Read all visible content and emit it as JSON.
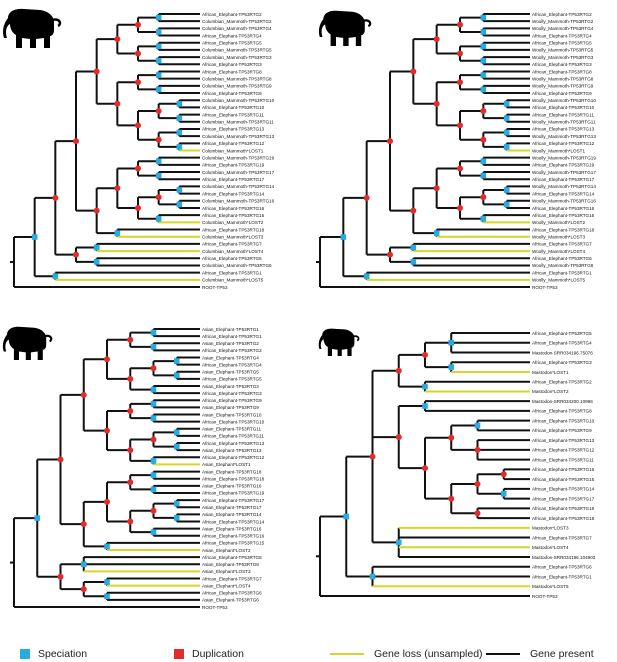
{
  "colors": {
    "speciation": "#29abe2",
    "duplication": "#e32b2b",
    "loss": "#d6d629",
    "present": "#111111"
  },
  "legend": {
    "speciation": "Speciation",
    "duplication": "Duplication",
    "loss": "Gene loss (unsampled)",
    "present": "Gene present"
  },
  "panels": [
    {
      "icon": "mammoth-silhouette-icon",
      "leaves": [
        {
          "t": "African_Elephant-TP53RTG2",
          "l": 0
        },
        {
          "t": "Columbian_Mammoth-TP53RTG2",
          "l": 0
        },
        {
          "t": "Columbian_Mammoth-TP53RTG4",
          "l": 0
        },
        {
          "t": "African_Elephant-TP53RTG4",
          "l": 0
        },
        {
          "t": "African_Elephant-TP53RTG5",
          "l": 0
        },
        {
          "t": "Columbian_Mammoth-TP53RTG5",
          "l": 0
        },
        {
          "t": "Columbian_Mammoth-TP53RTG3",
          "l": 0
        },
        {
          "t": "African_Elephant-TP53RTG3",
          "l": 0
        },
        {
          "t": "African_Elephant-TP53RTG8",
          "l": 0
        },
        {
          "t": "Columbian_Mammoth-TP53RTG8",
          "l": 0
        },
        {
          "t": "Columbian_Mammoth-TP53RTG9",
          "l": 0
        },
        {
          "t": "African_Elephant-TP53RTG9",
          "l": 0
        },
        {
          "t": "Columbian_Mammoth-TP53RTG10",
          "l": 0
        },
        {
          "t": "African_Elephant-TP53RTG10",
          "l": 0
        },
        {
          "t": "African_Elephant-TP53RTG11",
          "l": 0
        },
        {
          "t": "Columbian_Mammoth-TP53RTG11",
          "l": 0
        },
        {
          "t": "African_Elephant-TP53RTG13",
          "l": 0
        },
        {
          "t": "Columbian_Mammoth-TP53RTG13",
          "l": 0
        },
        {
          "t": "African_Elephant-TP53RTG12",
          "l": 0
        },
        {
          "t": "Columbian_Mammoth*LOST1",
          "l": 1
        },
        {
          "t": "Columbian_Mammoth-TP53RTG19",
          "l": 0
        },
        {
          "t": "African_Elephant-TP53RTG19",
          "l": 0
        },
        {
          "t": "Columbian_Mammoth-TP53RTG17",
          "l": 0
        },
        {
          "t": "African_Elephant-TP53RTG17",
          "l": 0
        },
        {
          "t": "Columbian_Mammoth-TP53RTG14",
          "l": 0
        },
        {
          "t": "African_Elephant-TP53RTG14",
          "l": 0
        },
        {
          "t": "Columbian_Mammoth-TP53RTG16",
          "l": 0
        },
        {
          "t": "African_Elephant-TP53RTG16",
          "l": 0
        },
        {
          "t": "African_Elephant-TP53RTG15",
          "l": 0
        },
        {
          "t": "Columbian_Mammoth*LOST2",
          "l": 1
        },
        {
          "t": "African_Elephant-TP53RTG18",
          "l": 0
        },
        {
          "t": "Columbian_Mammoth*LOST3",
          "l": 1
        },
        {
          "t": "African_Elephant-TP53RTG7",
          "l": 0
        },
        {
          "t": "Columbian_Mammoth*LOST4",
          "l": 1
        },
        {
          "t": "African_Elephant-TP53RTG6",
          "l": 0
        },
        {
          "t": "Columbian_Mammoth-TP53RTG6",
          "l": 0
        },
        {
          "t": "African_Elephant-TP53RTG1",
          "l": 0
        },
        {
          "t": "Columbian_Mammoth*LOST5",
          "l": 1
        },
        {
          "t": "ROOT-TP53",
          "l": 0
        }
      ]
    },
    {
      "icon": "woolly-mammoth-silhouette-icon",
      "leaves": [
        {
          "t": "African_Elephant-TP53RTG2",
          "l": 0
        },
        {
          "t": "Woolly_Mammoth-TP53RTG2",
          "l": 0
        },
        {
          "t": "Woolly_Mammoth-TP53RTG4",
          "l": 0
        },
        {
          "t": "African_Elephant-TP53RTG4",
          "l": 0
        },
        {
          "t": "African_Elephant-TP53RTG5",
          "l": 0
        },
        {
          "t": "Woolly_Mammoth-TP53RTG5",
          "l": 0
        },
        {
          "t": "Woolly_Mammoth-TP53RTG3",
          "l": 0
        },
        {
          "t": "African_Elephant-TP53RTG3",
          "l": 0
        },
        {
          "t": "African_Elephant-TP53RTG8",
          "l": 0
        },
        {
          "t": "Woolly_Mammoth-TP53RTG8",
          "l": 0
        },
        {
          "t": "Woolly_Mammoth-TP53RTG9",
          "l": 0
        },
        {
          "t": "African_Elephant-TP53RTG9",
          "l": 0
        },
        {
          "t": "Woolly_Mammoth-TP53RTG10",
          "l": 0
        },
        {
          "t": "African_Elephant-TP53RTG10",
          "l": 0
        },
        {
          "t": "African_Elephant-TP53RTG11",
          "l": 0
        },
        {
          "t": "Woolly_Mammoth-TP53RTG11",
          "l": 0
        },
        {
          "t": "African_Elephant-TP53RTG13",
          "l": 0
        },
        {
          "t": "Woolly_Mammoth-TP53RTG13",
          "l": 0
        },
        {
          "t": "African_Elephant-TP53RTG12",
          "l": 0
        },
        {
          "t": "Woolly_Mammoth*LOST1",
          "l": 1
        },
        {
          "t": "Woolly_Mammoth-TP53RTG19",
          "l": 0
        },
        {
          "t": "African_Elephant-TP53RTG19",
          "l": 0
        },
        {
          "t": "Woolly_Mammoth-TP53RTG17",
          "l": 0
        },
        {
          "t": "African_Elephant-TP53RTG17",
          "l": 0
        },
        {
          "t": "Woolly_Mammoth-TP53RTG14",
          "l": 0
        },
        {
          "t": "African_Elephant-TP53RTG14",
          "l": 0
        },
        {
          "t": "Woolly_Mammoth-TP53RTG16",
          "l": 0
        },
        {
          "t": "African_Elephant-TP53RTG16",
          "l": 0
        },
        {
          "t": "African_Elephant-TP53RTG15",
          "l": 0
        },
        {
          "t": "Woolly_Mammoth*LOST2",
          "l": 1
        },
        {
          "t": "African_Elephant-TP53RTG18",
          "l": 0
        },
        {
          "t": "Woolly_Mammoth*LOST3",
          "l": 1
        },
        {
          "t": "African_Elephant-TP53RTG7",
          "l": 0
        },
        {
          "t": "Woolly_Mammoth*LOST4",
          "l": 1
        },
        {
          "t": "African_Elephant-TP53RTG6",
          "l": 0
        },
        {
          "t": "Woolly_Mammoth-TP53RTG6",
          "l": 0
        },
        {
          "t": "African_Elephant-TP53RTG1",
          "l": 0
        },
        {
          "t": "Woolly_Mammoth*LOST5",
          "l": 1
        },
        {
          "t": "ROOT-TP53",
          "l": 0
        }
      ]
    },
    {
      "icon": "asian-elephant-silhouette-icon",
      "leaves": [
        {
          "t": "Asian_Elephant-TP53RTG1",
          "l": 0
        },
        {
          "t": "African_Elephant-TP53RTG1",
          "l": 0
        },
        {
          "t": "Asian_Elephant-TP53RTG2",
          "l": 0
        },
        {
          "t": "African_Elephant-TP53RTG2",
          "l": 0
        },
        {
          "t": "Asian_Elephant-TP53RTG4",
          "l": 0
        },
        {
          "t": "African_Elephant-TP53RTG4",
          "l": 0
        },
        {
          "t": "Asian_Elephant-TP53RTG5",
          "l": 0
        },
        {
          "t": "African_Elephant-TP53RTG5",
          "l": 0
        },
        {
          "t": "Asian_Elephant-TP53RTG3",
          "l": 0
        },
        {
          "t": "African_Elephant-TP53RTG3",
          "l": 0
        },
        {
          "t": "African_Elephant-TP53RTG9",
          "l": 0
        },
        {
          "t": "Asian_Elephant-TP53RTG9",
          "l": 0
        },
        {
          "t": "Asian_Elephant-TP53RTG10",
          "l": 0
        },
        {
          "t": "African_Elephant-TP53RTG10",
          "l": 0
        },
        {
          "t": "Asian_Elephant-TP53RTG11",
          "l": 0
        },
        {
          "t": "African_Elephant-TP53RTG11",
          "l": 0
        },
        {
          "t": "African_Elephant-TP53RTG13",
          "l": 0
        },
        {
          "t": "Asian_Elephant-TP53RTG13",
          "l": 0
        },
        {
          "t": "African_Elephant-TP53RTG12",
          "l": 0
        },
        {
          "t": "Asian_Elephant*LOST1",
          "l": 1
        },
        {
          "t": "Asian_Elephant-TP53RTG18",
          "l": 0
        },
        {
          "t": "African_Elephant-TP53RTG18",
          "l": 0
        },
        {
          "t": "Asian_Elephant-TP53RTG16",
          "l": 0
        },
        {
          "t": "African_Elephant-TP53RTG19",
          "l": 0
        },
        {
          "t": "African_Elephant-TP53RTG17",
          "l": 0
        },
        {
          "t": "Asian_Elephant-TP53RTG17",
          "l": 0
        },
        {
          "t": "Asian_Elephant-TP53RTG14",
          "l": 0
        },
        {
          "t": "African_Elephant-TP53RTG14",
          "l": 0
        },
        {
          "t": "Asian_Elephant-TP53RTG16",
          "l": 0
        },
        {
          "t": "African_Elephant-TP53RTG16",
          "l": 0
        },
        {
          "t": "African_Elephant-TP53RTG15",
          "l": 0
        },
        {
          "t": "Asian_Elephant*LOST2",
          "l": 1
        },
        {
          "t": "African_Elephant-TP53RTG8",
          "l": 0
        },
        {
          "t": "Asian_Elephant-TP53RTG8",
          "l": 0
        },
        {
          "t": "Asian_Elephant*LOST3",
          "l": 1
        },
        {
          "t": "African_Elephant-TP53RTG7",
          "l": 0
        },
        {
          "t": "Asian_Elephant*LOST4",
          "l": 1
        },
        {
          "t": "African_Elephant-TP53RTG6",
          "l": 0
        },
        {
          "t": "Asian_Elephant-TP53RTG6",
          "l": 0
        },
        {
          "t": "ROOT-TP53",
          "l": 0
        }
      ]
    },
    {
      "icon": "mastodon-silhouette-icon",
      "leaves": [
        {
          "t": "African_Elephant-TP53RTG5",
          "l": 0
        },
        {
          "t": "African_Elephant-TP53RTG4",
          "l": 0
        },
        {
          "t": "Mastodon-SRR034196.75076",
          "l": 0
        },
        {
          "t": "African_Elephant-TP53RTG3",
          "l": 0
        },
        {
          "t": "Mastodon*LOST1",
          "l": 1
        },
        {
          "t": "African_Elephant-TP53RTG2",
          "l": 0
        },
        {
          "t": "Mastodon*LOST2",
          "l": 1
        },
        {
          "t": "Mastodon-SRR034200.10996",
          "l": 0
        },
        {
          "t": "African_Elephant-TP53RTG8",
          "l": 0
        },
        {
          "t": "African_Elephant-TP53RTG10",
          "l": 0
        },
        {
          "t": "African_Elephant-TP53RTG9",
          "l": 0
        },
        {
          "t": "African_Elephant-TP53RTG13",
          "l": 0
        },
        {
          "t": "African_Elephant-TP53RTG12",
          "l": 0
        },
        {
          "t": "African_Elephant-TP53RTG11",
          "l": 0
        },
        {
          "t": "African_Elephant-TP53RTG16",
          "l": 0
        },
        {
          "t": "African_Elephant-TP53RTG15",
          "l": 0
        },
        {
          "t": "African_Elephant-TP53RTG14",
          "l": 0
        },
        {
          "t": "African_Elephant-TP53RTG17",
          "l": 0
        },
        {
          "t": "African_Elephant-TP53RTG19",
          "l": 0
        },
        {
          "t": "African_Elephant-TP53RTG18",
          "l": 0
        },
        {
          "t": "Mastodon*LOST3",
          "l": 1
        },
        {
          "t": "African_Elephant-TP53RTG7",
          "l": 0
        },
        {
          "t": "Mastodon*LOST4",
          "l": 1
        },
        {
          "t": "Mastodon-SRR034196.104903",
          "l": 0
        },
        {
          "t": "African_Elephant-TP53RTG6",
          "l": 0
        },
        {
          "t": "African_Elephant-TP53RTG1",
          "l": 0
        },
        {
          "t": "Mastodon*LOST5",
          "l": 1
        },
        {
          "t": "ROOT-TP53",
          "l": 0
        }
      ]
    }
  ]
}
